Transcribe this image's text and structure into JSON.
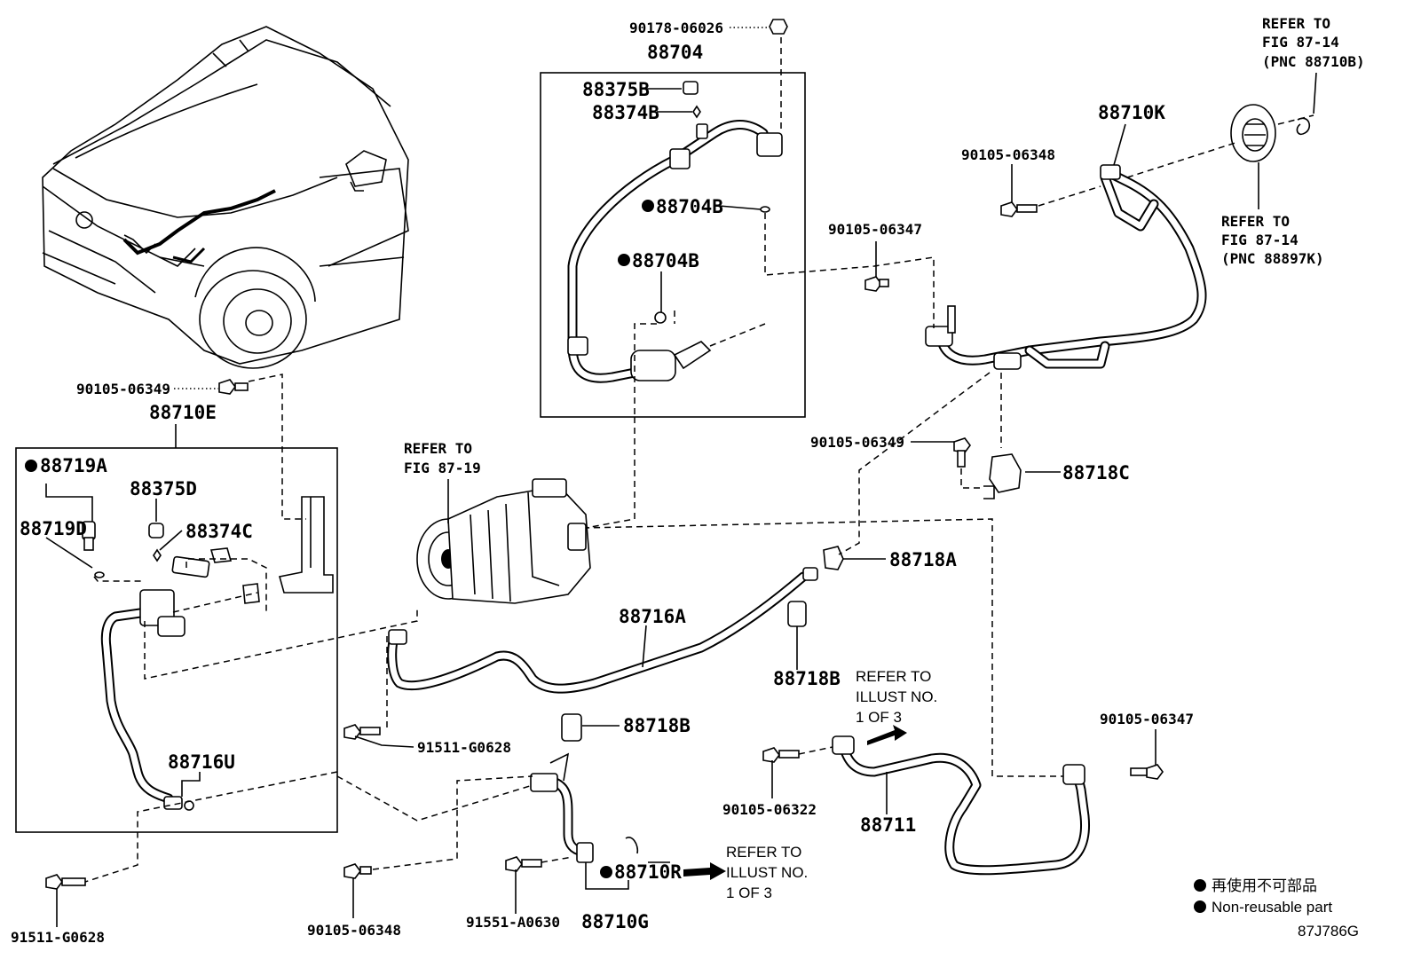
{
  "labels": {
    "p90178_06026": "90178-06026",
    "p88704": "88704",
    "p88375B": "88375B",
    "p88374B": "88374B",
    "p88704B_1": "88704B",
    "p88704B_2": "88704B",
    "p90105_06347_top": "90105-06347",
    "p90105_06348_top": "90105-06348",
    "p88710K": "88710K",
    "refer_87_14_a_1": "REFER TO",
    "refer_87_14_a_2": "FIG 87-14",
    "refer_87_14_a_3": "(PNC 88710B)",
    "refer_87_14_b_1": "REFER TO",
    "refer_87_14_b_2": "FIG 87-14",
    "refer_87_14_b_3": "(PNC 88897K)",
    "p90105_06349_left": "90105-06349",
    "p88710E": "88710E",
    "p88719A": "88719A",
    "p88719D": "88719D",
    "p88375D": "88375D",
    "p88374C": "88374C",
    "p88716U": "88716U",
    "refer_87_19_1": "REFER TO",
    "refer_87_19_2": "FIG 87-19",
    "p90105_06349_right": "90105-06349",
    "p88718C": "88718C",
    "p88718A": "88718A",
    "p88716A": "88716A",
    "p88718B_1": "88718B",
    "p88718B_2": "88718B",
    "refer_illust_a_1": "REFER TO",
    "refer_illust_a_2": "ILLUST NO.",
    "refer_illust_a_3": "1 OF 3",
    "p91511_G0628_mid": "91511-G0628",
    "p90105_06322": "90105-06322",
    "p88711": "88711",
    "p90105_06347_bot": "90105-06347",
    "p91511_G0628_bot": "91511-G0628",
    "p90105_06348_bot": "90105-06348",
    "p91551_A0630": "91551-A0630",
    "p88710R": "88710R",
    "p88710G": "88710G",
    "refer_illust_b_1": "REFER TO",
    "refer_illust_b_2": "ILLUST NO.",
    "refer_illust_b_3": "1 OF 3"
  },
  "legend": {
    "jp": "再使用不可部品",
    "en": "Non-reusable part"
  },
  "figure_id": "87J786G"
}
